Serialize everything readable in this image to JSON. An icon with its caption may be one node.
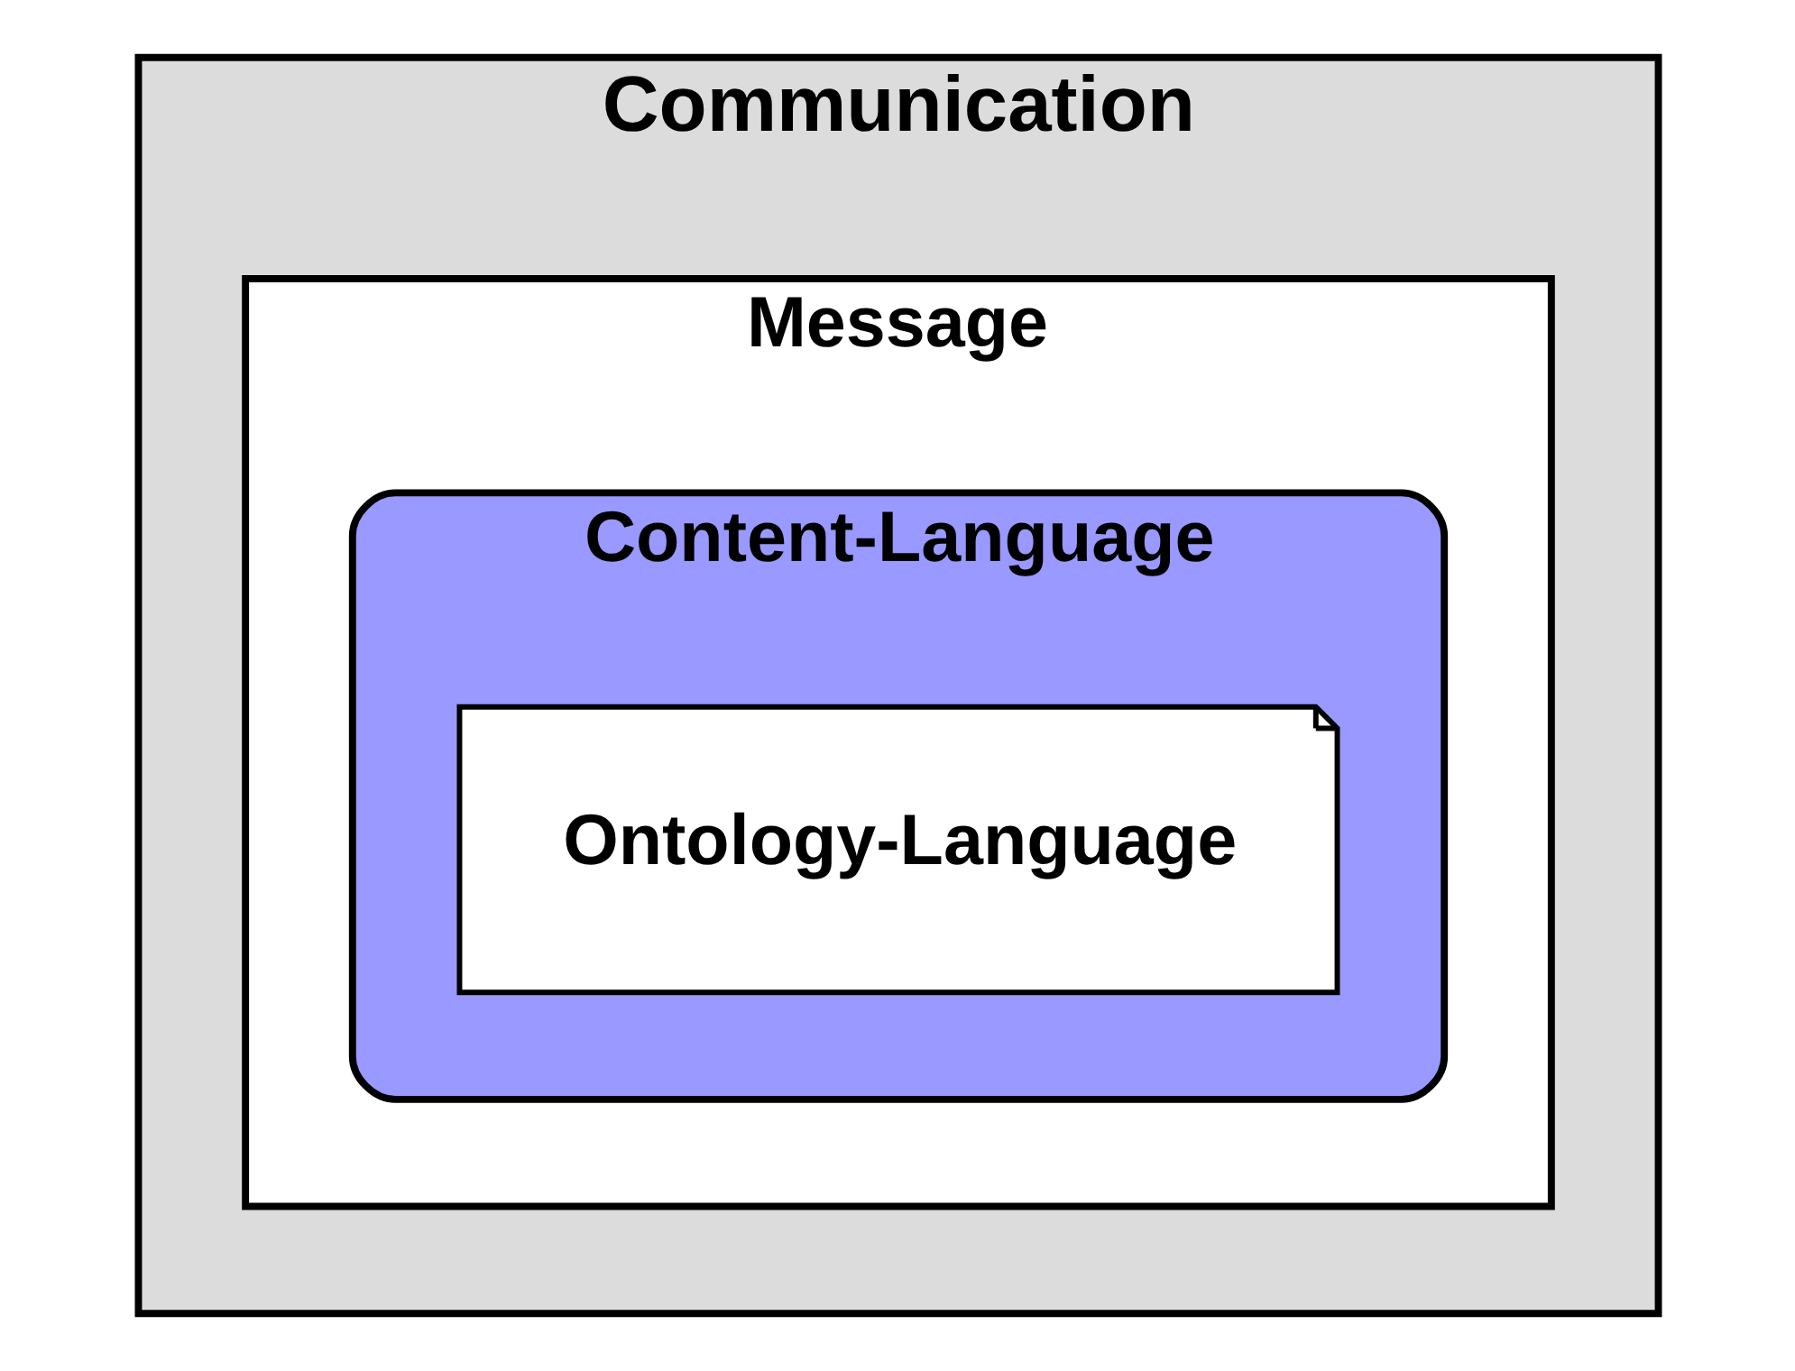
{
  "diagram": {
    "nodes": [
      {
        "text": [
          "Communication"
        ]
      },
      {
        "text": [
          "Message"
        ],
        "in": 0
      },
      {
        "text": [
          "Content-Language"
        ],
        "in": 1
      },
      {
        "text": [
          "Ontology-Language"
        ],
        "in": 2
      }
    ]
  }
}
